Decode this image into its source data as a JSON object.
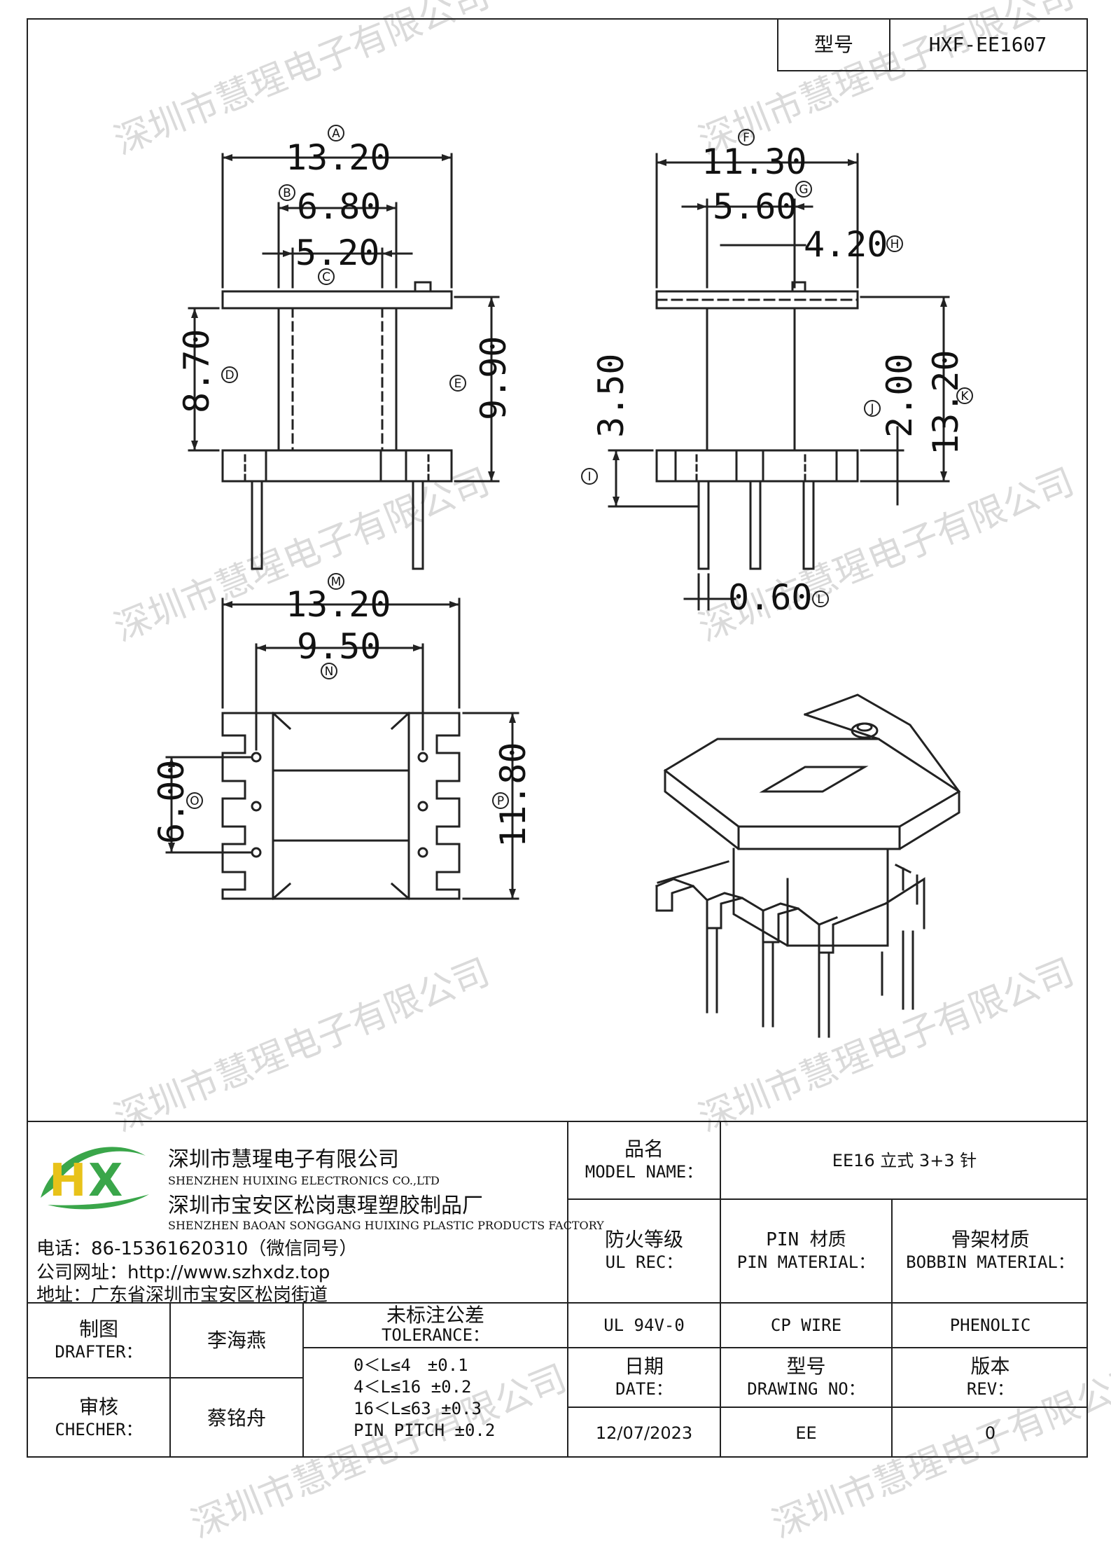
{
  "header": {
    "model_label": "型号",
    "model_value": "HXF-EE1607"
  },
  "dimensions": {
    "A": "13.20",
    "B": "6.80",
    "C": "5.20",
    "D": "8.70",
    "E": "9.90",
    "F": "11.30",
    "G": "5.60",
    "H": "4.20",
    "I": "3.50",
    "J": "2.00",
    "K": "13.20",
    "L": "0.60",
    "M": "13.20",
    "N": "9.50",
    "O": "6.00",
    "P": "11.80"
  },
  "markers": {
    "A": "A",
    "B": "B",
    "C": "C",
    "D": "D",
    "E": "E",
    "F": "F",
    "G": "G",
    "H": "H",
    "I": "I",
    "J": "J",
    "K": "K",
    "L": "L",
    "M": "M",
    "N": "N",
    "O": "O",
    "P": "P"
  },
  "company": {
    "name_cn": "深圳市慧瑆电子有限公司",
    "name_en": "SHENZHEN HUIXING ELECTRONICS CO.,LTD",
    "factory_cn": "深圳市宝安区松岗惠瑆塑胶制品厂",
    "factory_en": "SHENZHEN BAOAN SONGGANG HUIXING PLASTIC PRODUCTS FACTORY",
    "phone": "电话：86-15361620310（微信同号）",
    "website": "公司网址：http://www.szhxdz.top",
    "address": "地址：广东省深圳市宝安区松岗街道",
    "logo_text": "HX",
    "logo_colors": {
      "green": "#3aa64a",
      "yellow": "#e8c21a"
    }
  },
  "title_block": {
    "model_name_cn": "品名",
    "model_name_en": "MODEL NAME：",
    "model_name_value": "EE16 立式 3+3 针",
    "ul_cn": "防火等级",
    "ul_en": "UL REC：",
    "ul_value": "UL 94V-0",
    "pin_cn": "PIN 材质",
    "pin_en": "PIN MATERIAL：",
    "pin_value": "CP WIRE",
    "bobbin_cn": "骨架材质",
    "bobbin_en": "BOBBIN MATERIAL：",
    "bobbin_value": "PHENOLIC",
    "drafter_cn": "制图",
    "drafter_en": "DRAFTER：",
    "drafter_value": "李海燕",
    "checker_cn": "审核",
    "checker_en": "CHECHER：",
    "checker_value": "蔡铭舟",
    "tolerance_cn": "未标注公差",
    "tolerance_en": "TOLERANCE：",
    "tolerances": [
      "0＜L≤4　±0.1",
      "4＜L≤16 ±0.2",
      "16＜L≤63 ±0.3",
      "PIN PITCH ±0.2"
    ],
    "date_cn": "日期",
    "date_en": "DATE：",
    "date_value": "12/07/2023",
    "drawing_cn": "型号",
    "drawing_en": "DRAWING NO：",
    "drawing_value": "EE",
    "rev_cn": "版本",
    "rev_en": "REV：",
    "rev_value": "0"
  },
  "watermark": "深圳市慧瑆电子有限公司"
}
